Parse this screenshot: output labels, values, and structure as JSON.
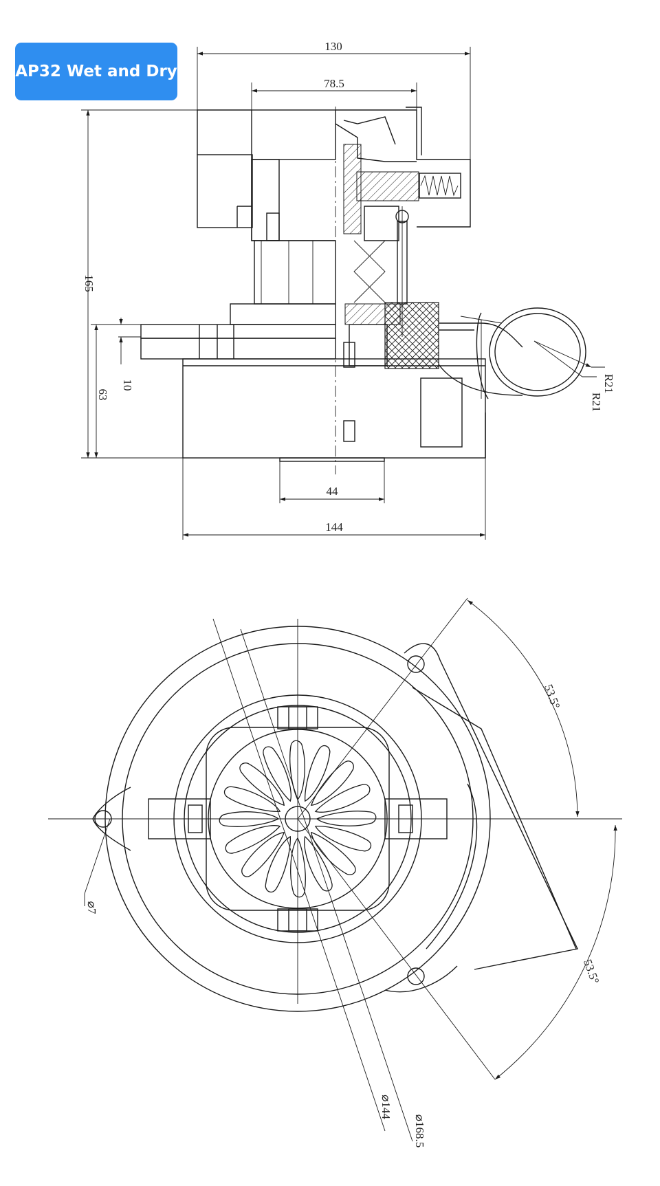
{
  "badge": {
    "label": "AP32 Wet and Dry",
    "color": "#2f8ef0"
  },
  "side_view": {
    "dims": {
      "total_width": "130",
      "inner_width": "78.5",
      "height": "165",
      "base_height": "63",
      "step": "10",
      "bottom_width": "44",
      "base_width": "144",
      "radius_outer": "R21",
      "radius_inner": "R21"
    }
  },
  "top_view": {
    "dims": {
      "angle_upper": "53.5°",
      "angle_lower": "53.5°",
      "hole": "⌀7",
      "dia_inner": "⌀144",
      "dia_outer": "⌀168.5"
    }
  },
  "colors": {
    "line": "#1a1a1a"
  }
}
